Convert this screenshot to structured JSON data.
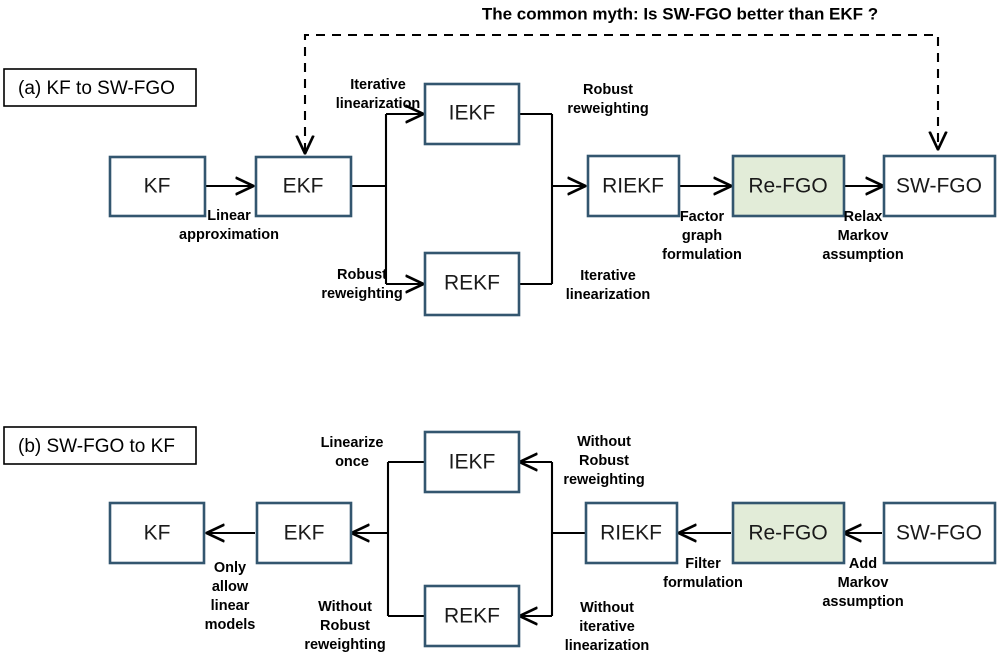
{
  "figure": {
    "title": "The common myth: Is SW-FGO better than EKF ?",
    "colors": {
      "box_border": "#33566f",
      "box_fill": "#ffffff",
      "highlight_fill": "#e2ecd8",
      "connector": "#000000",
      "text": "#1a1a1a"
    }
  },
  "panels": [
    {
      "id": "panel-a",
      "label": "(a) KF to SW-FGO",
      "nodes": [
        {
          "id": "a-kf",
          "label": "KF",
          "highlight": false
        },
        {
          "id": "a-ekf",
          "label": "EKF",
          "highlight": false
        },
        {
          "id": "a-iekf",
          "label": "IEKF",
          "highlight": false
        },
        {
          "id": "a-rekf",
          "label": "REKF",
          "highlight": false
        },
        {
          "id": "a-riekf",
          "label": "RIEKF",
          "highlight": false
        },
        {
          "id": "a-refgo",
          "label": "Re-FGO",
          "highlight": true
        },
        {
          "id": "a-swfgo",
          "label": "SW-FGO",
          "highlight": false
        }
      ],
      "edge_labels": [
        {
          "id": "a-lbl-linear",
          "lines": [
            "Linear",
            "approximation"
          ]
        },
        {
          "id": "a-lbl-iterlin",
          "lines": [
            "Iterative",
            "linearization"
          ]
        },
        {
          "id": "a-lbl-robust",
          "lines": [
            "Robust",
            "reweighting"
          ]
        },
        {
          "id": "a-lbl-robust2",
          "lines": [
            "Robust",
            "reweighting"
          ]
        },
        {
          "id": "a-lbl-iterlin2",
          "lines": [
            "Iterative",
            "linearization"
          ]
        },
        {
          "id": "a-lbl-factor",
          "lines": [
            "Factor",
            "graph",
            "formulation"
          ]
        },
        {
          "id": "a-lbl-relax",
          "lines": [
            "Relax",
            "Markov",
            "assumption"
          ]
        }
      ]
    },
    {
      "id": "panel-b",
      "label": "(b) SW-FGO to KF",
      "nodes": [
        {
          "id": "b-kf",
          "label": "KF",
          "highlight": false
        },
        {
          "id": "b-ekf",
          "label": "EKF",
          "highlight": false
        },
        {
          "id": "b-iekf",
          "label": "IEKF",
          "highlight": false
        },
        {
          "id": "b-rekf",
          "label": "REKF",
          "highlight": false
        },
        {
          "id": "b-riekf",
          "label": "RIEKF",
          "highlight": false
        },
        {
          "id": "b-refgo",
          "label": "Re-FGO",
          "highlight": true
        },
        {
          "id": "b-swfgo",
          "label": "SW-FGO",
          "highlight": false
        }
      ],
      "edge_labels": [
        {
          "id": "b-lbl-onlylinear",
          "lines": [
            "Only",
            "allow",
            "linear",
            "models"
          ]
        },
        {
          "id": "b-lbl-linonce",
          "lines": [
            "Linearize",
            "once"
          ]
        },
        {
          "id": "b-lbl-worobust",
          "lines": [
            "Without",
            "Robust",
            "reweighting"
          ]
        },
        {
          "id": "b-lbl-worobust2",
          "lines": [
            "Without",
            "Robust",
            "reweighting"
          ]
        },
        {
          "id": "b-lbl-woiter",
          "lines": [
            "Without",
            "iterative",
            "linearization"
          ]
        },
        {
          "id": "b-lbl-filter",
          "lines": [
            "Filter",
            "formulation"
          ]
        },
        {
          "id": "b-lbl-addmarkov",
          "lines": [
            "Add",
            "Markov",
            "assumption"
          ]
        }
      ]
    }
  ]
}
